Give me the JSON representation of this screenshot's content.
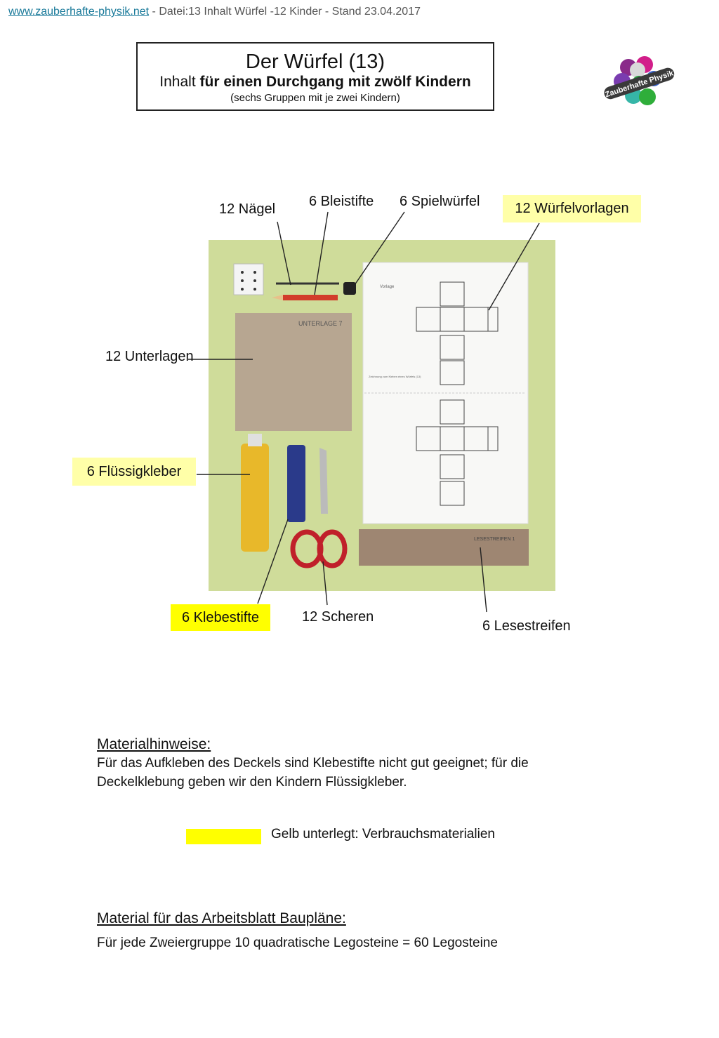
{
  "header": {
    "link": "www.zauberhafte-physik.net",
    "meta": " - Datei:13 Inhalt Würfel -12 Kinder -  Stand 23.04.2017"
  },
  "title": {
    "main": "Der Würfel (13)",
    "sub_prefix": "Inhalt ",
    "sub_bold": "für einen Durchgang mit zwölf Kindern",
    "small": "(sechs Gruppen mit je zwei Kindern)"
  },
  "logo": {
    "text": "Zauberhafte Physik"
  },
  "photo": {
    "label_unterlage": "UNTERLAGE 7",
    "label_vorlage": "Vorlage",
    "label_lesestreifen": "LESESTREIFEN 1",
    "label_zeichnung": "Zeichnung zum Kleben eines Würfels (13)"
  },
  "labels": {
    "naegel": "12 Nägel",
    "bleistifte": "6 Bleistifte",
    "spielwuerfel": "6 Spielwürfel",
    "wuerfelvorlagen": "12 Würfelvorlagen",
    "unterlagen": "12 Unterlagen",
    "fluessigkleber": "6 Flüssigkleber",
    "klebestifte": "6 Klebestifte",
    "scheren": "12 Scheren",
    "lesestreifen": "6 Lesestreifen"
  },
  "notes": {
    "heading": "Materialhinweise:",
    "line1": "Für das Aufkleben des Deckels sind Klebestifte nicht gut geeignet; für die",
    "line2": "Deckelklebung geben wir den Kindern Flüssigkleber.",
    "legend": "Gelb unterlegt: Verbrauchsmaterialien"
  },
  "material": {
    "heading": "Material für das Arbeitsblatt Baupläne:",
    "text": "Für jede Zweiergruppe 10 quadratische Legosteine = 60 Legosteine"
  },
  "colors": {
    "highlight": "#ffff00",
    "highlight_pale": "#ffffa8",
    "background_photo": "#cfdc9a"
  }
}
